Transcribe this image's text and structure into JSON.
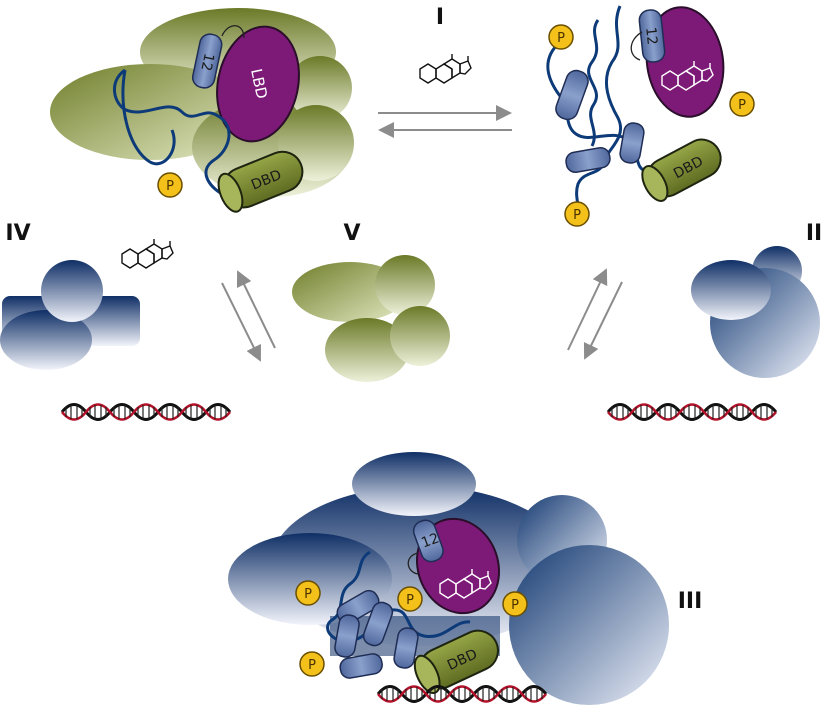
{
  "stages": {
    "I": "I",
    "II": "II",
    "III": "III",
    "IV": "IV",
    "V": "V"
  },
  "labels": {
    "lbd": "LBD",
    "dbd": "DBD",
    "helix12": "12",
    "phospho": "P"
  },
  "colors": {
    "green_dark": "#6b7a28",
    "green_light": "#e9edd2",
    "blue_dark": "#0f2f66",
    "blue_light": "#f2f4fb",
    "purple": "#7d1a78",
    "phospho_fill": "#f3c11a",
    "chain": "#0d3a78",
    "cylinder": "#6f86b8",
    "dbd_green": "#7b8a33",
    "arrow": "#8c8c8c",
    "dna_red": "#b3122a"
  }
}
